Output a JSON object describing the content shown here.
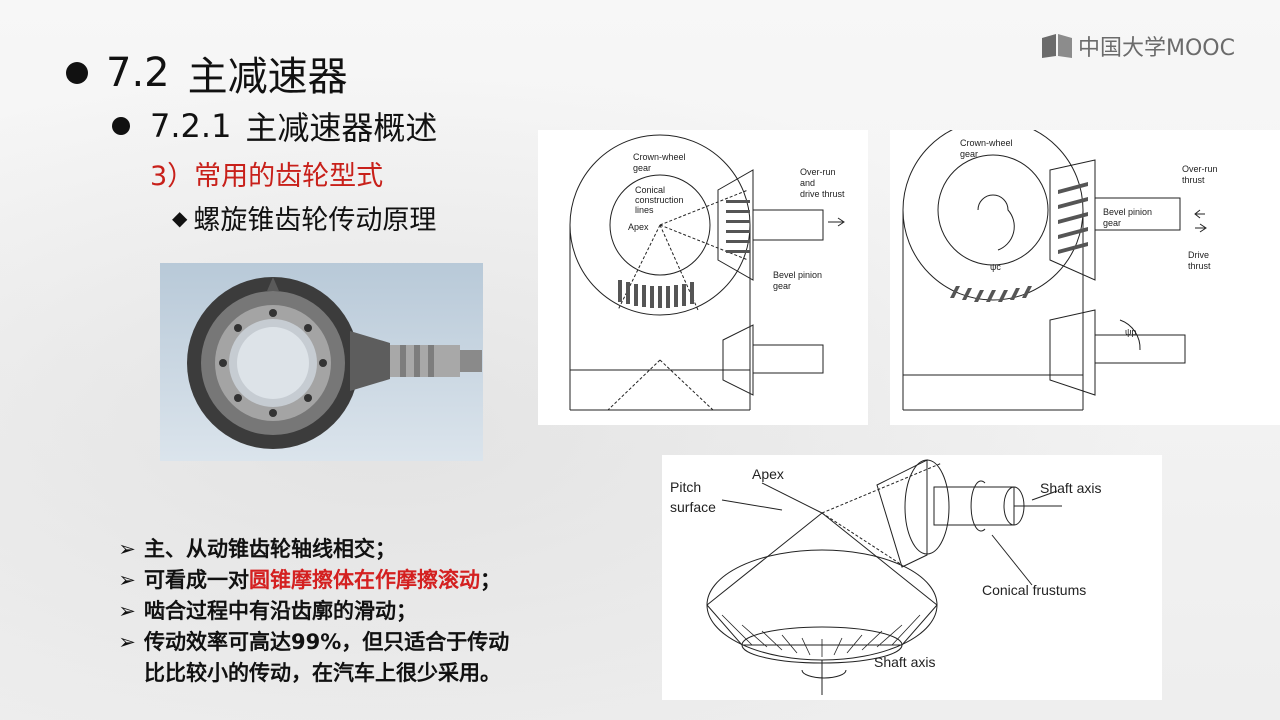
{
  "logo": {
    "text": "中国大学MOOC",
    "icon": "book-icon"
  },
  "headings": {
    "h1_num": "7.2",
    "h1_text": "主减速器",
    "h2_num": "7.2.1",
    "h2_text": "主减速器概述",
    "h3": "3）常用的齿轮型式",
    "h4_marker": "◆",
    "h4": "螺旋锥齿轮传动原理"
  },
  "diagram_left": {
    "crown_wheel": "Crown-wheel gear",
    "crown_wheel_l1": "Crown-wheel",
    "crown_wheel_l2": "gear",
    "conical_l1": "Conical",
    "conical_l2": "construction",
    "conical_l3": "lines",
    "apex": "Apex",
    "overrun_l1": "Over-run",
    "overrun_l2": "and",
    "overrun_l3": "drive thrust",
    "bevel_l1": "Bevel pinion",
    "bevel_l2": "gear"
  },
  "diagram_right": {
    "crown_l1": "Crown-wheel",
    "crown_l2": "gear",
    "overrun_l1": "Over-run",
    "overrun_l2": "thrust",
    "bevel_l1": "Bevel pinion",
    "bevel_l2": "gear",
    "drive_l1": "Drive",
    "drive_l2": "thrust",
    "angle_c": "ψc",
    "angle_p": "ψp"
  },
  "diagram_bottom": {
    "apex": "Apex",
    "pitch_l1": "Pitch",
    "pitch_l2": "surface",
    "shaft_top": "Shaft axis",
    "frustums": "Conical frustums",
    "shaft_bottom": "Shaft axis"
  },
  "bullets": {
    "marker": "➢",
    "b1": "主、从动锥齿轮轴线相交；",
    "b2_pre": "可看成一对",
    "b2_red": "圆锥摩擦体在作摩擦滚动",
    "b2_post": "；",
    "b3": "啮合过程中有沿齿廓的滑动；",
    "b4_l1": "传动效率可高达99%，但只适合于传动",
    "b4_l2": "比比较小的传动，在汽车上很少采用。"
  }
}
